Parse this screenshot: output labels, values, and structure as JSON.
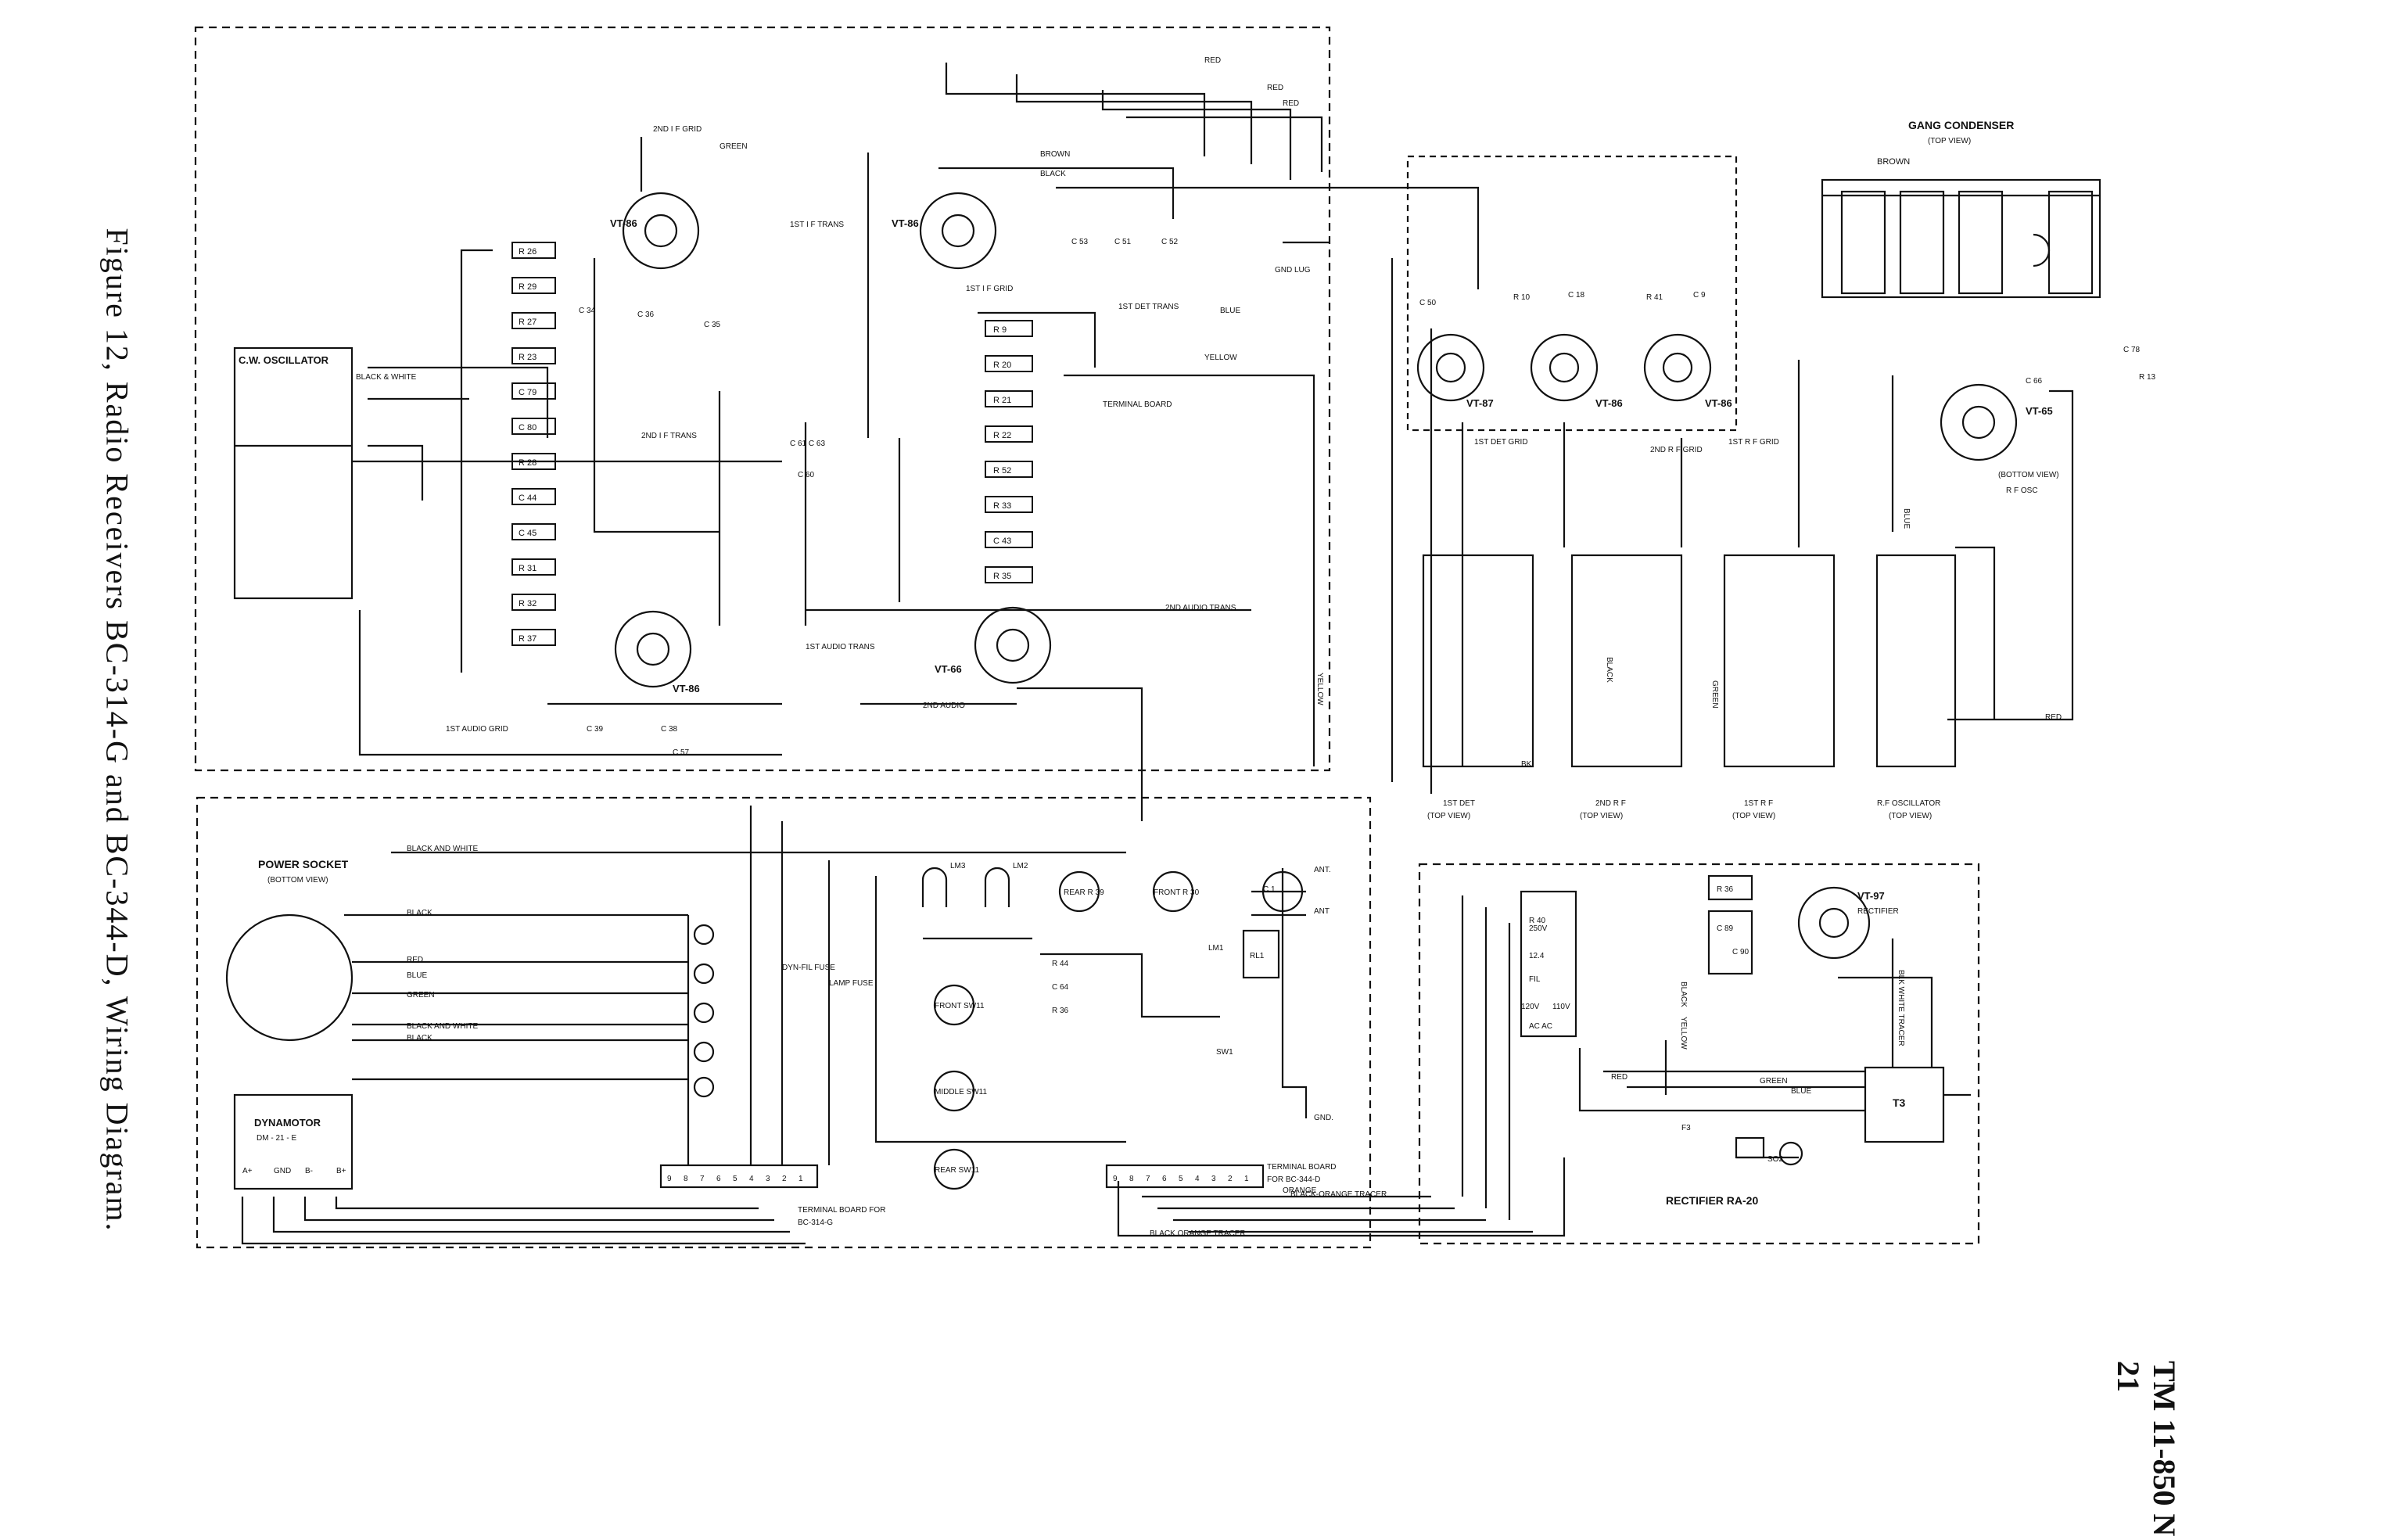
{
  "caption": "Figure 12, Radio Receivers BC-314-G and BC-344-D, Wiring Diagram.",
  "tm": {
    "number": "TM 11-850 N",
    "page": "21"
  },
  "tubes_left": [
    "VT-86",
    "VT-86",
    "VT-66",
    "VT-86"
  ],
  "tubes_rf": [
    "VT-87",
    "VT-86",
    "VT-86"
  ],
  "rf_osc": {
    "tube": "VT-65",
    "view": "(BOTTOM VIEW)",
    "label": "R F OSC"
  },
  "rectifier_tube": {
    "tube": "VT-97",
    "label": "RECTIFIER"
  },
  "resistors_left": [
    "R 26",
    "R 29",
    "R 27",
    "R 23",
    "C 79",
    "C 80",
    "R 28",
    "C 44",
    "C 45",
    "R 31",
    "R 32",
    "R 37"
  ],
  "resistors_mid": [
    "R 9",
    "R 20",
    "R 21",
    "R 22",
    "R 52",
    "R 33",
    "C 43",
    "R 35"
  ],
  "gang": {
    "title": "GANG CONDENSER",
    "view": "(TOP VIEW)",
    "brown": "BROWN"
  },
  "blocks": {
    "cw_osc": "C.W. OSCILLATOR",
    "power_socket": "POWER SOCKET",
    "power_view": "(BOTTOM VIEW)",
    "dynamotor": "DYNAMOTOR",
    "dynamotor_model": "DM - 21 - E",
    "dyn_terms": [
      "A+",
      "GND",
      "B-",
      "B+"
    ],
    "rectifier": "RECTIFIER   RA-20",
    "t3": "T3",
    "terminal_board_314": "TERMINAL BOARD FOR",
    "terminal_board_314b": "BC-314-G",
    "terminal_board_344": "TERMINAL BOARD",
    "terminal_board_344b": "FOR BC-344-D",
    "tb_numbers": [
      "9",
      "8",
      "7",
      "6",
      "5",
      "4",
      "3",
      "2",
      "1"
    ]
  },
  "coils": [
    {
      "name": "1ST DET",
      "view": "(TOP VIEW)"
    },
    {
      "name": "2ND R F",
      "view": "(TOP VIEW)"
    },
    {
      "name": "1ST R F",
      "view": "(TOP VIEW)"
    },
    {
      "name": "R.F OSCILLATOR",
      "view": "(TOP VIEW)"
    }
  ],
  "labels": {
    "second_if_grid": "2ND I F GRID",
    "first_if_trans": "1ST I F TRANS",
    "first_if_grid": "1ST I F GRID",
    "first_det_trans": "1ST DET TRANS",
    "second_if_trans": "2ND I F TRANS",
    "first_audio_trans": "1ST AUDIO TRANS",
    "second_audio_trans": "2ND AUDIO TRANS",
    "second_audio": "2ND AUDIO",
    "first_audio_grid": "1ST AUDIO GRID",
    "terminal_board": "TERMINAL BOARD",
    "gnd_lug": "GND LUG",
    "first_det_grid": "1ST DET GRID",
    "second_rf_grid": "2ND R F GRID",
    "first_rf_grid": "1ST R F GRID",
    "ant": "ANT.",
    "ant2": "ANT",
    "gnd": "GND.",
    "dyn_fil_fuse": "DYN-FIL FUSE",
    "lamp_fuse": "LAMP FUSE",
    "switches": [
      "FRONT SW11",
      "MIDDLE SW11",
      "REAR SW11",
      "REAR R 39",
      "FRONT R 30"
    ],
    "lamps": [
      "LM3",
      "LM2",
      "LM1"
    ],
    "relay": "RL1",
    "caps": [
      "C 53",
      "C 51",
      "C 52",
      "C 34",
      "C 36",
      "C 35",
      "C 61 C 63",
      "C 60",
      "C 39",
      "C 38",
      "C 57",
      "C 50",
      "C 18",
      "C 9",
      "C 66",
      "C 78",
      "C 1"
    ],
    "misc": [
      "R 10",
      "R 41",
      "R 13",
      "R 44",
      "C 64",
      "R 36",
      "SW1",
      "R 40",
      "R 36",
      "C 89",
      "C 90",
      "F3",
      "SO2"
    ],
    "transformer_taps": [
      "250V",
      "12.4",
      "FIL",
      "120V",
      "110V",
      "AC AC"
    ]
  },
  "wires": [
    "RED",
    "BLACK",
    "BROWN",
    "GREEN",
    "BLUE",
    "YELLOW",
    "BLACK & WHITE",
    "BLACK AND WHITE",
    "BLACK-ORANGE TRACER",
    "BLACK ORANGE TRACER",
    "ORANGE",
    "BLK WHITE TRACER",
    "BK"
  ]
}
